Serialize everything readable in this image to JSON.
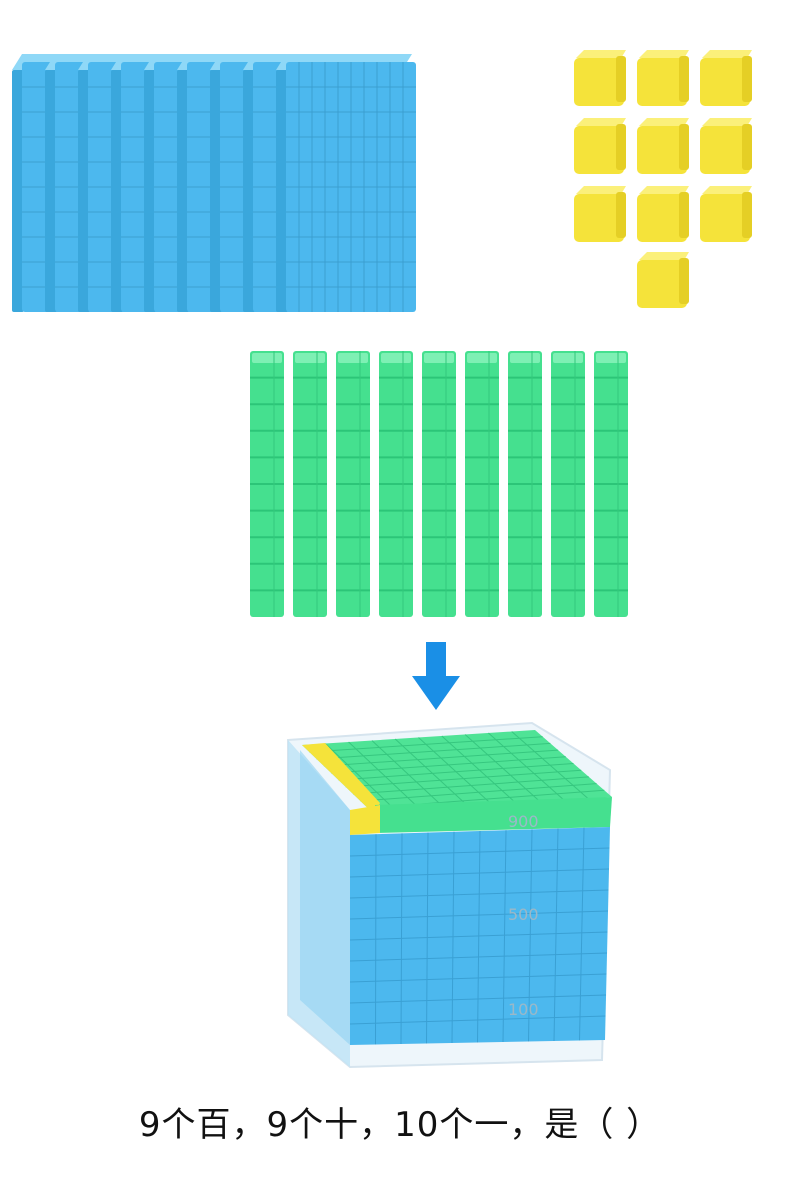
{
  "question": {
    "text": "9个百，9个十，10个一，是（    ）"
  },
  "blocks": {
    "hundreds_flats": 9,
    "tens_rods": 9,
    "ones_cubes": 10
  },
  "arrow": {
    "direction": "down",
    "icon": "arrow-down-icon"
  },
  "cube_scale_marks": [
    "900",
    "500",
    "100"
  ],
  "colors": {
    "flat": "#4cb8ee",
    "rod": "#45e08f",
    "unit": "#f5e33a",
    "arrow": "#1a8fe6"
  }
}
